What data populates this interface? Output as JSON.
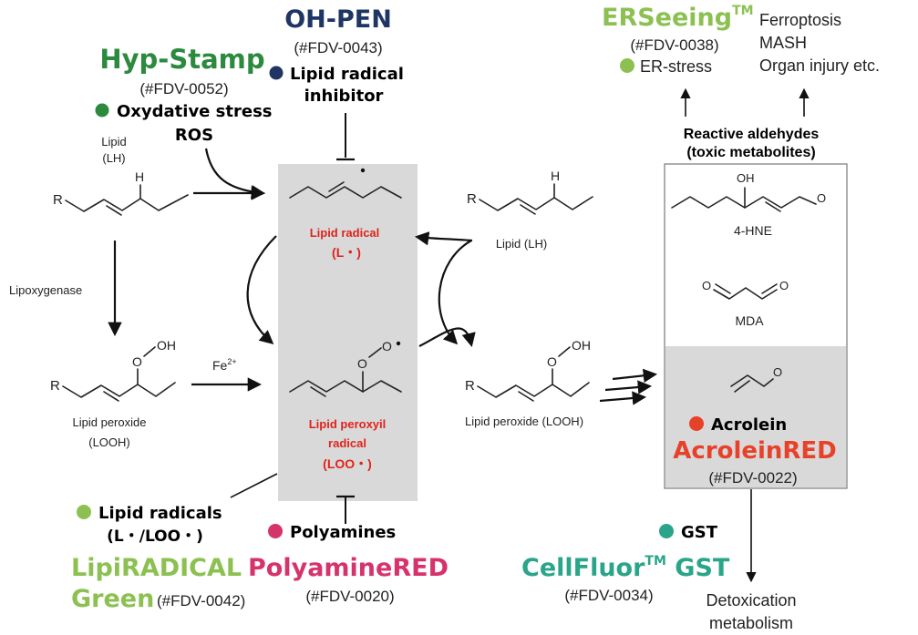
{
  "colors": {
    "green_dark": "#2c8a3e",
    "green_light": "#8cc152",
    "green_teal": "#2aa58a",
    "navy": "#1f3564",
    "pink": "#d6336c",
    "red_orange": "#e8412a",
    "red_label": "#e0231b",
    "panel_gray": "#d9d9d9"
  },
  "probes": {
    "hyp_stamp": {
      "name": "Hyp-Stamp",
      "code": "(#FDV-0052)",
      "target1": "Oxydative stress",
      "target2": "ROS"
    },
    "oh_pen": {
      "name": "OH-PEN",
      "code": "(#FDV-0043)",
      "target1": "Lipid radical",
      "target2": "inhibitor"
    },
    "erseeing": {
      "name": "ERSeeing",
      "tm": "TM",
      "code": "(#FDV-0038)",
      "target": "ER-stress"
    },
    "lipiradical": {
      "target1": "Lipid radicals",
      "target2": "(L・/LOO・)",
      "name1": "LipiRADICAL",
      "name2": "Green",
      "code": "(#FDV-0042)"
    },
    "polyaminered": {
      "target": "Polyamines",
      "name": "PolyamineRED",
      "code": "(#FDV-0020)"
    },
    "cellfluor": {
      "target": "GST",
      "name1": "CellFluor",
      "tm": "TM",
      "name2": " GST",
      "code": "(#FDV-0034)"
    },
    "acroleinred": {
      "target": "Acrolein",
      "name": "AcroleinRED",
      "code": "(#FDV-0022)"
    }
  },
  "outcomes": [
    "Ferroptosis",
    "MASH",
    "Organ injury etc."
  ],
  "labels": {
    "lipid_lh_left1": "Lipid",
    "lipid_lh_left2": "(LH)",
    "lipid_lh_right": "Lipid (LH)",
    "lipoxygenase": "Lipoxygenase",
    "fe2": "Fe",
    "fe2_sup": "2+",
    "lipid_peroxide_left1": "Lipid peroxide",
    "lipid_peroxide_left2": "(LOOH)",
    "lipid_peroxide_right": "Lipid peroxide (LOOH)",
    "lipid_radical1": "Lipid radical",
    "lipid_radical2": "(L・)",
    "lipid_peroxyl1": "Lipid peroxyil",
    "lipid_peroxyl2": "radical",
    "lipid_peroxyl3": "(LOO・)",
    "reactive1": "Reactive aldehydes",
    "reactive2": "(toxic metabolites)",
    "hne": "4-HNE",
    "mda": "MDA",
    "detox1": "Detoxication",
    "detox2": "metabolism",
    "atom_r": "R",
    "atom_h": "H",
    "atom_o": "O",
    "atom_oh": "OH"
  }
}
